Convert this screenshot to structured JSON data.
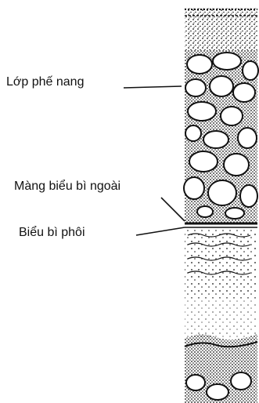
{
  "labels": {
    "alveolar_layer": "Lớp phế nang",
    "outer_epidermal_membrane": "Màng biểu bì ngoài",
    "embryonic_epidermis": "Biểu bì phôi"
  },
  "colors": {
    "ink": "#111111",
    "paper": "#ffffff"
  }
}
